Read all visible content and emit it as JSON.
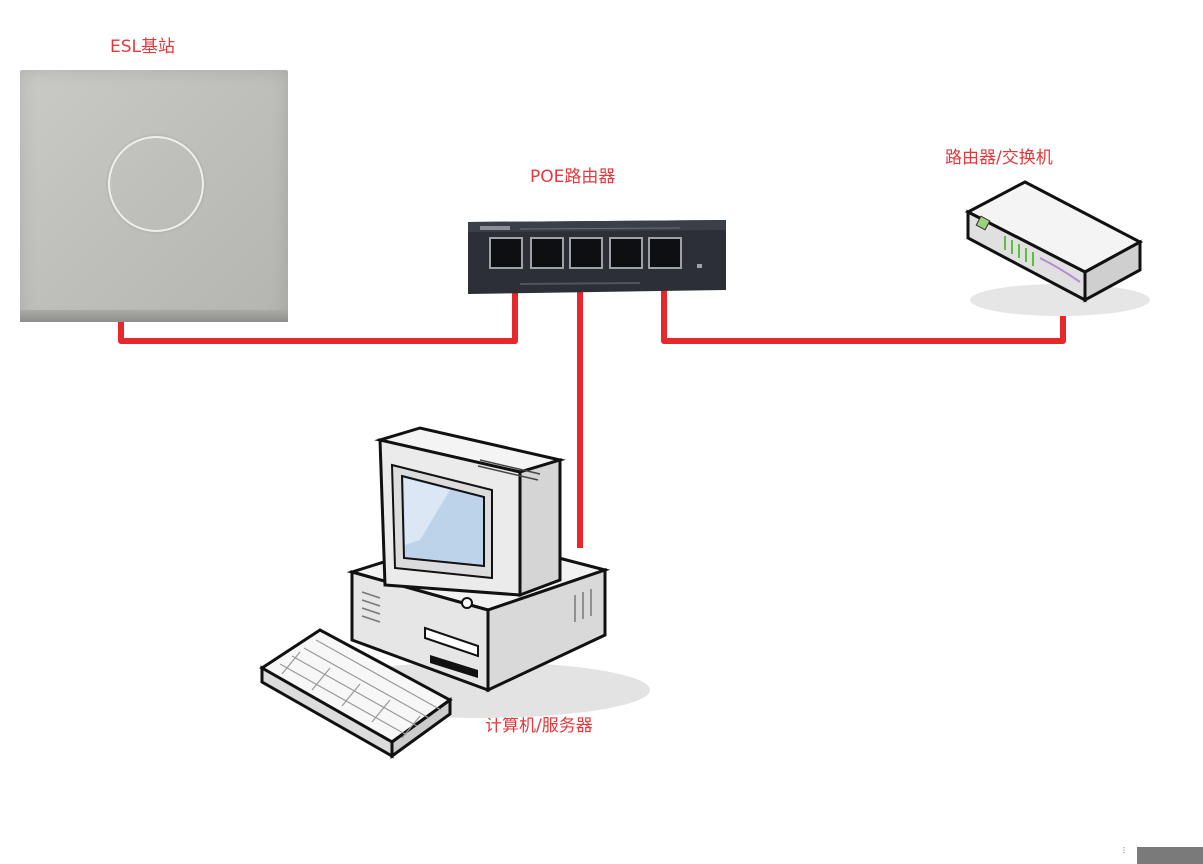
{
  "labels": {
    "esl_base_station": "ESL基站",
    "poe_router": "POE路由器",
    "router_switch": "路由器/交换机",
    "computer_server": "计算机/服务器"
  },
  "colors": {
    "cable": "#e8272c",
    "label": "#e8373b",
    "switch_body": "#2c2f36"
  }
}
